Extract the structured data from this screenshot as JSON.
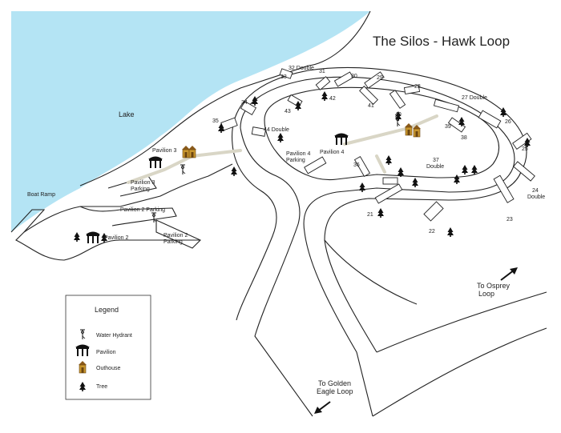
{
  "title": "The Silos - Hawk Loop",
  "water": {
    "label": "Lake",
    "color": "#b4e4f4"
  },
  "boat_ramp": "Boat Ramp",
  "pavilions": {
    "p2": "Pavilion 2",
    "p2_parking_a": "Pavilion 2 Parking",
    "p2_parking_b_1": "Pavilion 2",
    "p2_parking_b_2": "Parking",
    "p3": "Pavilion 3",
    "p3_parking_1": "Pavilion 3",
    "p3_parking_2": "Parking",
    "p4": "Pavilion 4",
    "p4_parking_1": "Pavilion 4",
    "p4_parking_2": "Parking"
  },
  "sites": {
    "s21": "21",
    "s22": "22",
    "s23": "23",
    "s24_1": "24",
    "s24_2": "Double",
    "s25": "25",
    "s26": "26",
    "s27": "27 Double",
    "s28": "28",
    "s29": "29",
    "s30": "30",
    "s31": "31",
    "s32": "32 Double",
    "s33": "33",
    "s34": "34",
    "s35": "35",
    "s36": "36",
    "s37_1": "37",
    "s37_2": "Double",
    "s38": "38",
    "s39": "39",
    "s40": "40",
    "s41": "41",
    "s42": "42",
    "s43": "43",
    "s44": "44 Double"
  },
  "exits": {
    "osprey_1": "To Osprey",
    "osprey_2": "Loop",
    "golden_1": "To Golden",
    "golden_2": "Eagle Loop"
  },
  "legend": {
    "title": "Legend",
    "items": [
      "Water Hydrant",
      "Pavilion",
      "Outhouse",
      "Tree"
    ]
  },
  "colors": {
    "outhouse": "#c8962e",
    "path": "#d9d6c6",
    "road": "#222222"
  }
}
